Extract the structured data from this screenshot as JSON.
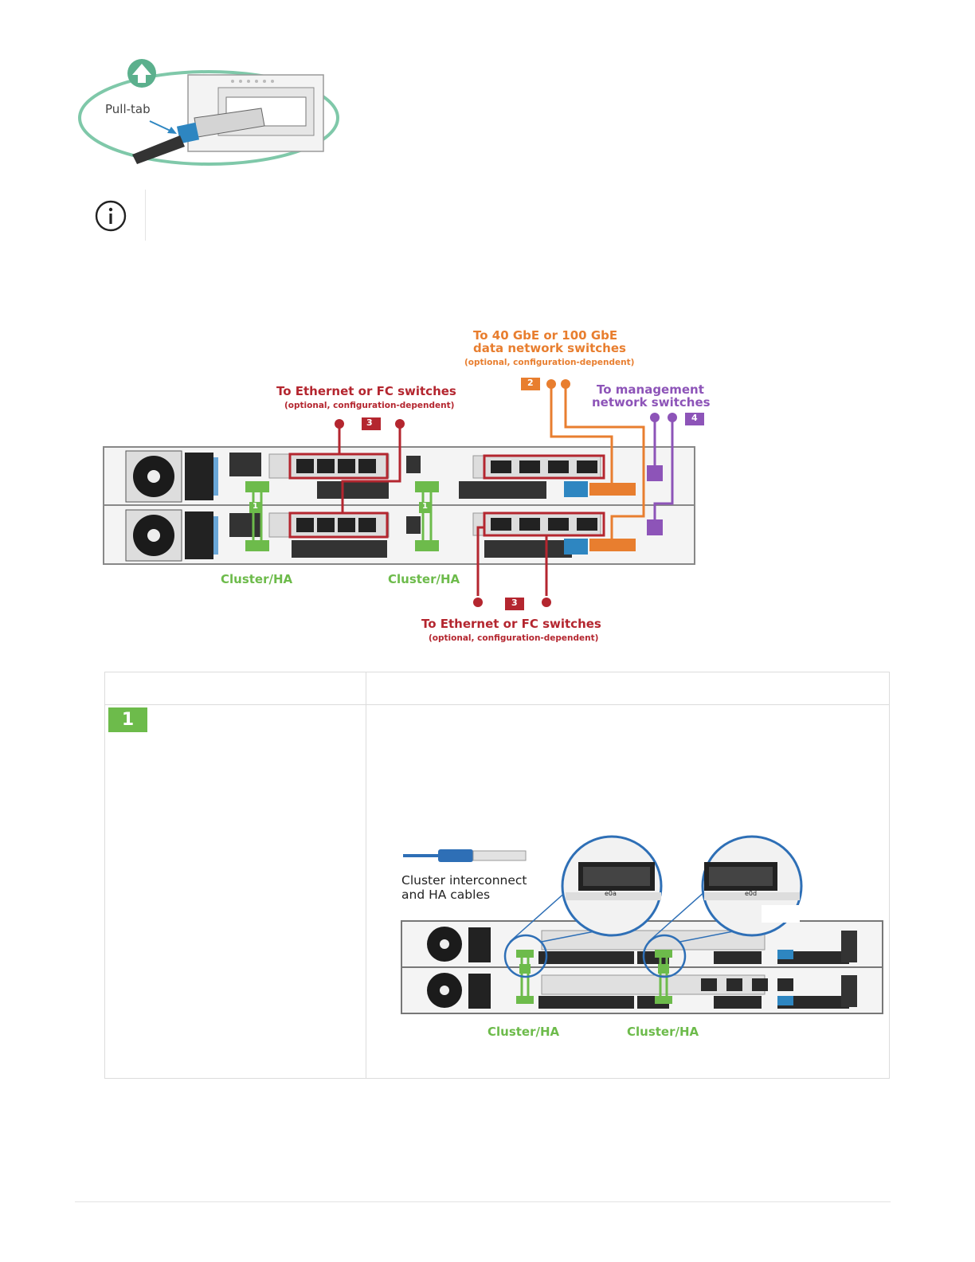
{
  "pulltab_figure": {
    "label": "Pull-tab"
  },
  "cabling_figure": {
    "callouts": {
      "data_network": {
        "line1": "To 40 GbE or 100 GbE",
        "line2": "data network switches",
        "note": "(optional, configuration-dependent)",
        "badge": "2"
      },
      "ethernet_fc_top": {
        "title": "To Ethernet or FC switches",
        "note": "(optional, configuration-dependent)",
        "badge": "3"
      },
      "management": {
        "line1": "To management",
        "line2": "network switches",
        "badge": "4"
      },
      "ethernet_fc_bottom": {
        "title": "To Ethernet or FC switches",
        "note": "(optional, configuration-dependent)",
        "badge": "3"
      },
      "cluster_ha_left": "Cluster/HA",
      "cluster_ha_right": "Cluster/HA",
      "port_badges": [
        "1",
        "1"
      ]
    }
  },
  "table": {
    "rows": [
      {
        "step_badge": "1",
        "figure": {
          "cable_label_line1": "Cluster interconnect",
          "cable_label_line2": "and HA cables",
          "zoom_ports_left": "e0a",
          "zoom_ports_right": "e0d",
          "cluster_ha_left": "Cluster/HA",
          "cluster_ha_right": "Cluster/HA"
        }
      }
    ]
  },
  "colors": {
    "green": "#6dbb4b",
    "red": "#b4262f",
    "orange": "#e87e2f",
    "purple": "#8d54b8",
    "blue": "#2e86c1",
    "teal": "#5bb08d"
  }
}
